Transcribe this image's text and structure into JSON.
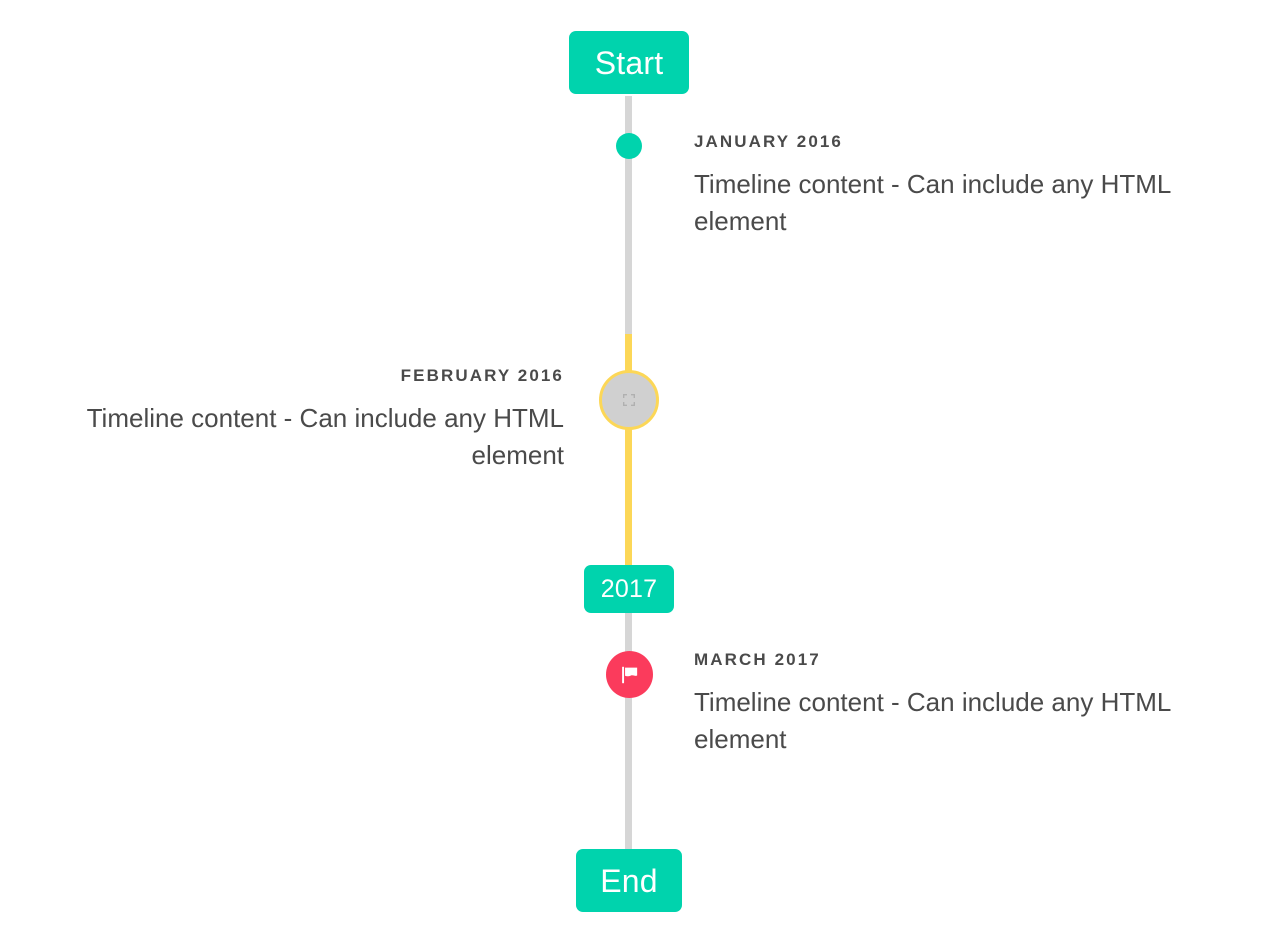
{
  "theme": {
    "background": "#ffffff",
    "accent_teal": "#00d3ad",
    "line_gray": "#d6d6d6",
    "line_highlight_yellow": "#fcd757",
    "marker_flag_pink": "#fb3b5c",
    "marker_image_gray": "#d0d0d0",
    "text_gray": "#4a4a4a"
  },
  "timeline": {
    "start_label": "Start",
    "mid_label": "2017",
    "end_label": "End",
    "entries": [
      {
        "date": "January 2016",
        "content": "Timeline content - Can include any HTML element",
        "side": "right",
        "marker": "dot-icon",
        "marker_color": "#00d3ad"
      },
      {
        "date": "February 2016",
        "content": "Timeline content - Can include any HTML element",
        "side": "left",
        "marker": "broken-image-icon",
        "marker_color": "#d0d0d0",
        "marker_ring_color": "#fcd757"
      },
      {
        "date": "March 2017",
        "content": "Timeline content - Can include any HTML element",
        "side": "right",
        "marker": "flag-icon",
        "marker_color": "#fb3b5c"
      }
    ]
  }
}
